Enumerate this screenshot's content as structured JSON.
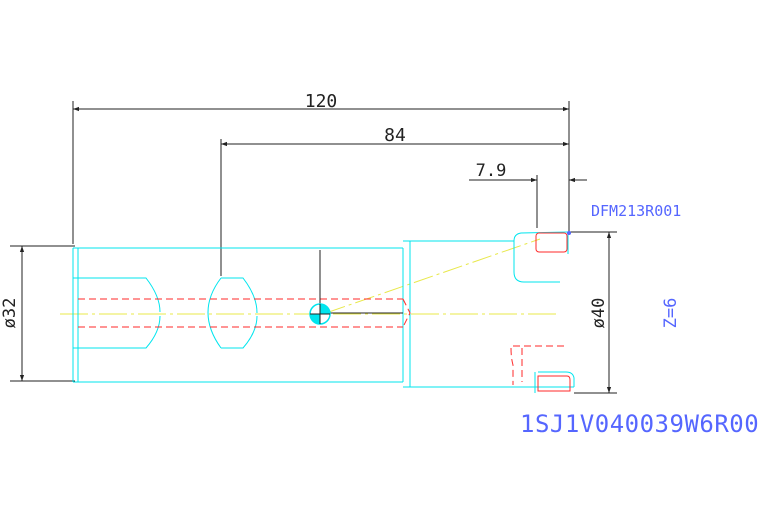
{
  "drawing": {
    "dimensions": {
      "overall_length": "120",
      "hole_length": "84",
      "edge_offset": "7.9",
      "shank_diameter": "ø32",
      "head_diameter": "ø40"
    },
    "labels": {
      "insert_code": "DFM213R001",
      "teeth_count": "Z=6",
      "part_number": "1SJ1V040039W6R00"
    },
    "colors": {
      "background": "#ffffff",
      "outline": "#00e5ee",
      "hidden": "#ff2a2a",
      "centerline": "#e8e84a",
      "dimension": "#222222",
      "annotation": "#5566ff"
    }
  }
}
